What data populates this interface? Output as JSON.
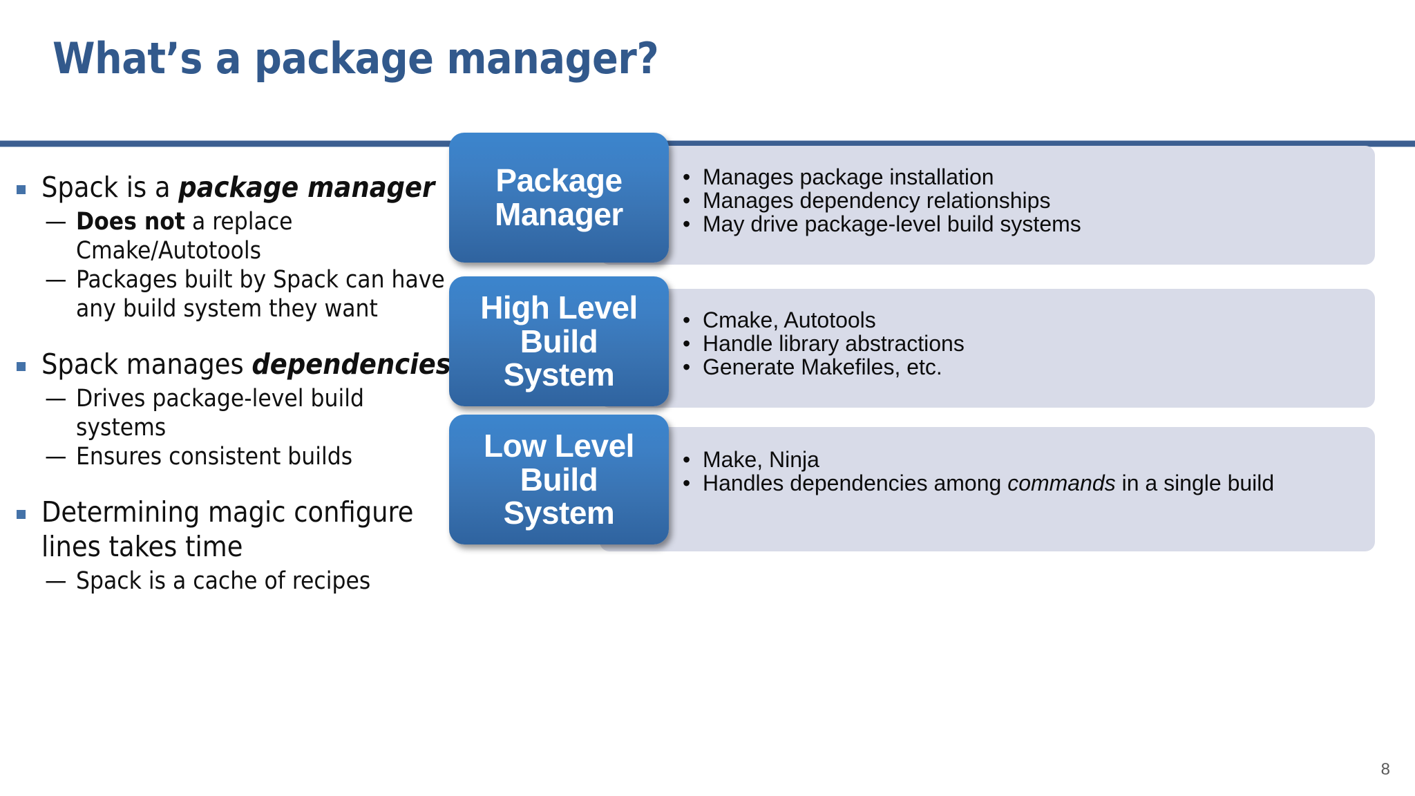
{
  "slide": {
    "title": "What’s a package manager?",
    "number": "8",
    "accent_color": "#32598C",
    "divider_color": "#3C5F91",
    "box_blue": "#3973b2",
    "panel_grey": "#d8dbe8"
  },
  "left_column": {
    "groups": [
      {
        "bullet_icon": "blue-square-bullet",
        "lead": {
          "pre": "Spack is a ",
          "emphasis": "package manager",
          "post": ""
        },
        "sub": [
          {
            "dash": "—",
            "bold": "Does not",
            "rest": " a replace Cmake/Autotools"
          },
          {
            "dash": "—",
            "bold": "",
            "rest": "Packages built by Spack can have any build system they want"
          }
        ]
      },
      {
        "bullet_icon": "blue-square-bullet",
        "lead": {
          "pre": "Spack manages ",
          "emphasis": "dependencies",
          "post": ""
        },
        "sub": [
          {
            "dash": "—",
            "bold": "",
            "rest": "Drives package-level build systems"
          },
          {
            "dash": "—",
            "bold": "",
            "rest": "Ensures consistent builds"
          }
        ]
      },
      {
        "bullet_icon": "blue-square-bullet",
        "lead": {
          "pre": "Determining magic configure lines takes time",
          "emphasis": "",
          "post": ""
        },
        "sub": [
          {
            "dash": "—",
            "bold": "",
            "rest": "Spack is a cache of recipes"
          }
        ]
      }
    ]
  },
  "diagram": {
    "rows": [
      {
        "box_label": "Package\nManager",
        "box_line1": "Package",
        "box_line2": "Manager",
        "box_line3": "",
        "bullets": [
          "Manages package installation",
          "Manages dependency relationships",
          "May drive package-level build systems"
        ]
      },
      {
        "box_label": "High Level\nBuild\nSystem",
        "box_line1": "High Level",
        "box_line2": "Build",
        "box_line3": "System",
        "bullets": [
          "Cmake, Autotools",
          "Handle library abstractions",
          "Generate Makefiles, etc."
        ]
      },
      {
        "box_label": "Low Level\nBuild\nSystem",
        "box_line1": "Low Level",
        "box_line2": "Build",
        "box_line3": "System",
        "bullets": [
          "Make, Ninja",
          "Handles dependencies among commands in a single build"
        ],
        "bullet2_pre": "Handles dependencies among ",
        "bullet2_italic": "commands",
        "bullet2_post": " in a single build"
      }
    ]
  }
}
